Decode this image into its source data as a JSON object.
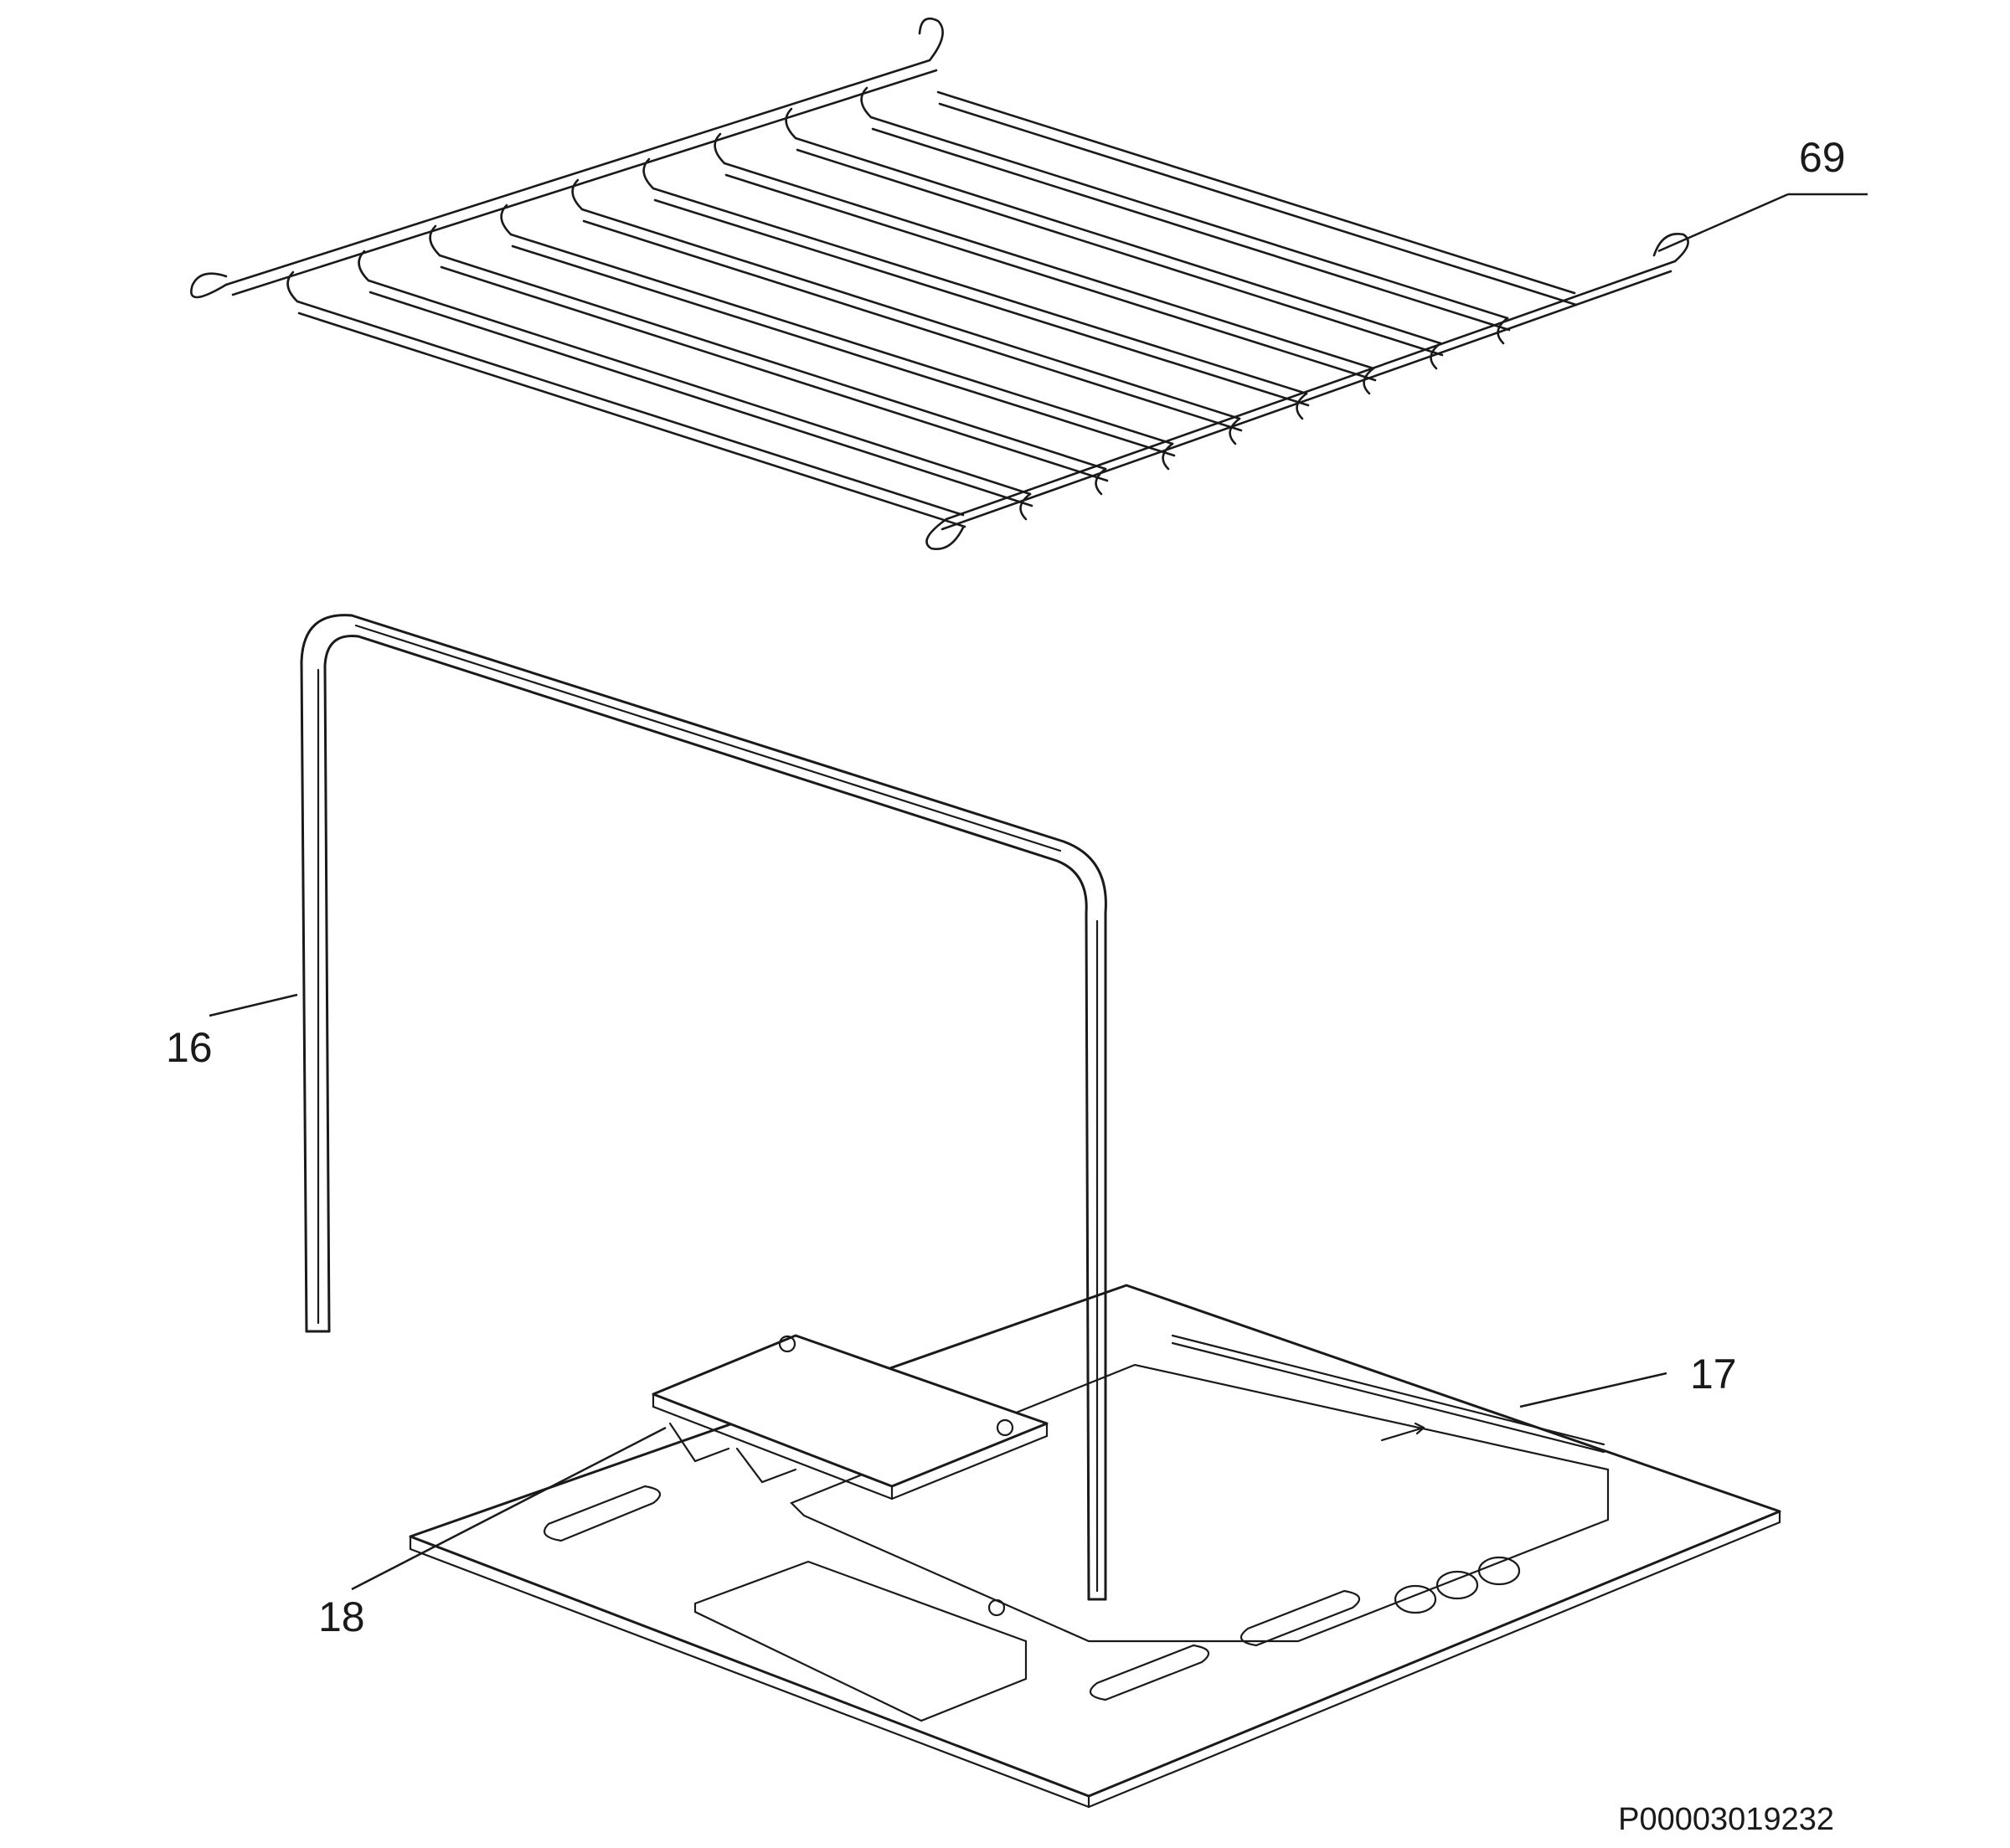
{
  "callouts": [
    {
      "id": "69",
      "label": "69"
    },
    {
      "id": "16",
      "label": "16"
    },
    {
      "id": "17",
      "label": "17"
    },
    {
      "id": "18",
      "label": "18"
    }
  ],
  "drawing_reference": "P00003019232",
  "parts": {
    "rack": "wire-shelf-rack",
    "heating_element": "u-shaped-heating-element",
    "base_plate": "mounting-plate",
    "bracket": "element-bracket"
  }
}
